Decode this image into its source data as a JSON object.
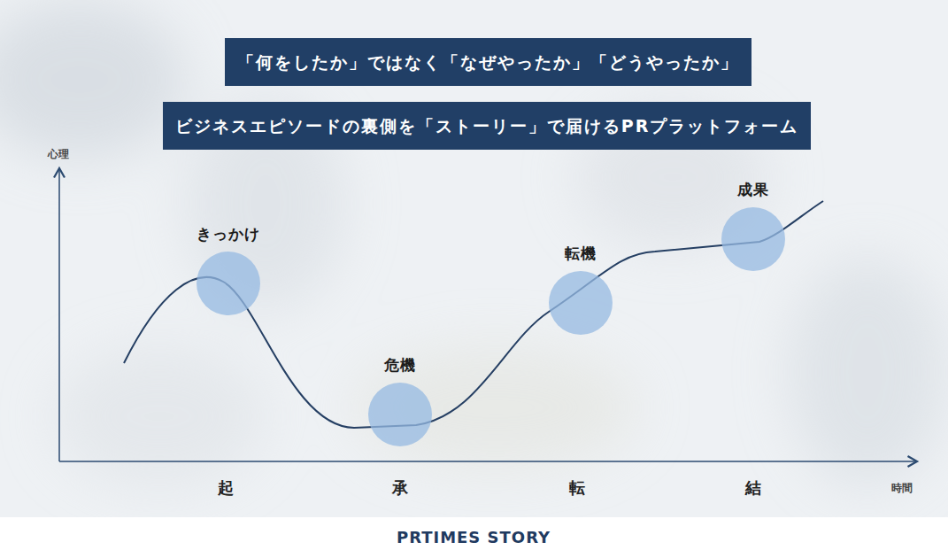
{
  "diagram": {
    "nodes": [
      {
        "text": [
          "「何をしたか」ではなく「なぜやったか」「どうやったか」"
        ]
      },
      {
        "text": [
          "ビジネスエピソードの裏側を「ストーリー」で届けるPRプラットフォーム"
        ]
      },
      {
        "text": [
          "きっかけ"
        ]
      },
      {
        "text": [
          "危機"
        ]
      },
      {
        "text": [
          "転機"
        ]
      },
      {
        "text": [
          "成果"
        ]
      }
    ],
    "labels": [
      "心理",
      "時間",
      "起",
      "承",
      "転",
      "結",
      "PRTIMES STORY"
    ]
  }
}
